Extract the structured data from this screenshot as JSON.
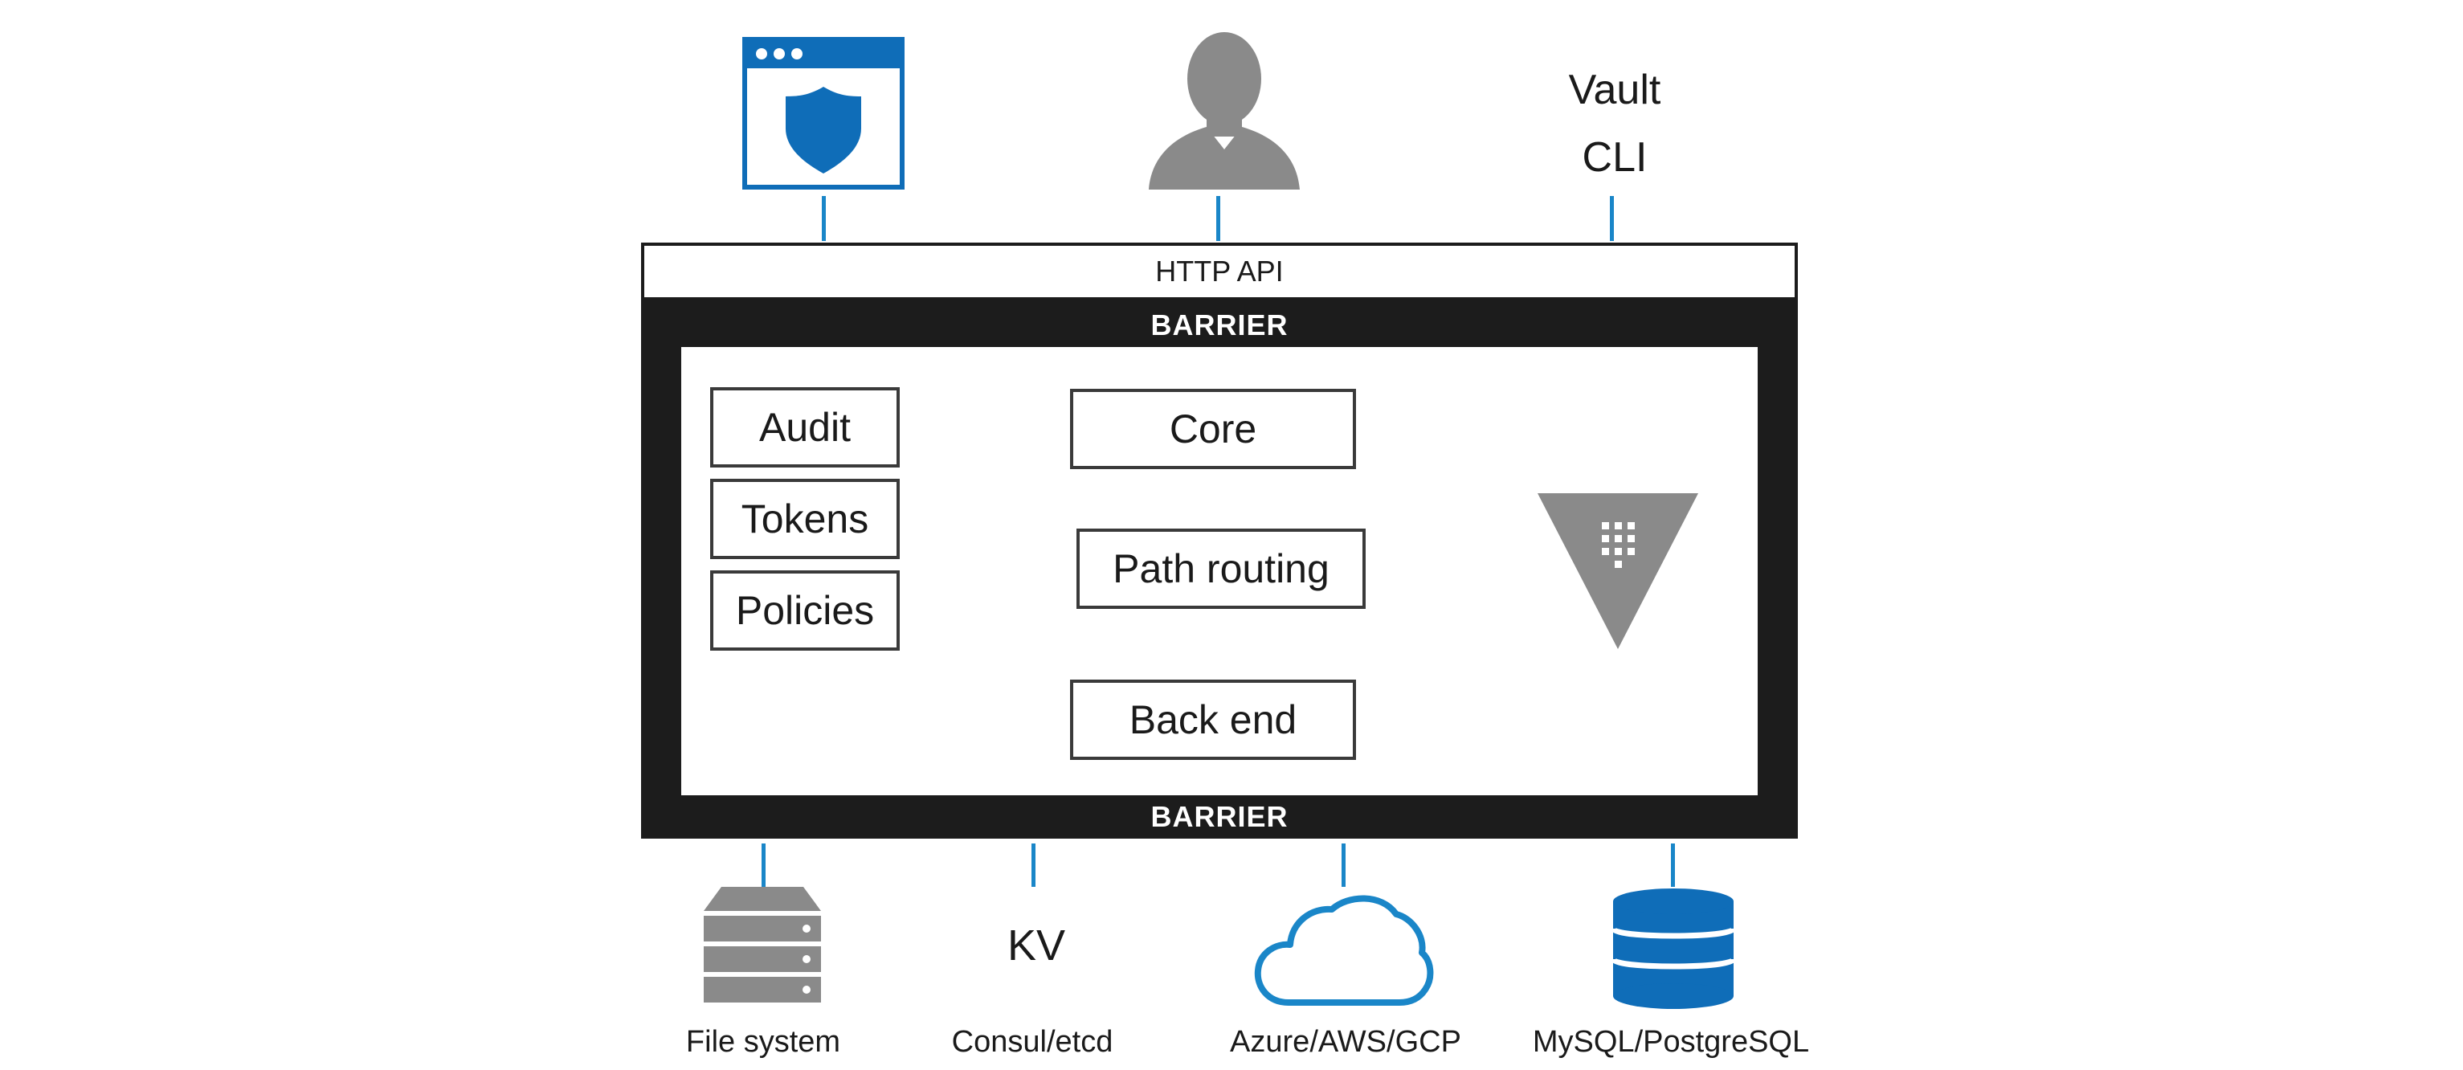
{
  "clients": {
    "cli_label_line1": "Vault",
    "cli_label_line2": "CLI",
    "icons": [
      "browser-shield-icon",
      "user-icon"
    ]
  },
  "http_api": "HTTP API",
  "barrier_top": "BARRIER",
  "barrier_bottom": "BARRIER",
  "components": {
    "audit": "Audit",
    "tokens": "Tokens",
    "policies": "Policies",
    "core": "Core",
    "path_routing": "Path routing",
    "back_end": "Back end"
  },
  "storage": {
    "file_system": "File system",
    "kv": "KV",
    "consul_etcd": "Consul/etcd",
    "cloud": "Azure/AWS/GCP",
    "sql": "MySQL/PostgreSQL"
  },
  "colors": {
    "accent": "#1a86c8",
    "icon_blue": "#0f6db8",
    "barrier": "#1c1c1c",
    "icon_gray": "#8a8a8a"
  }
}
